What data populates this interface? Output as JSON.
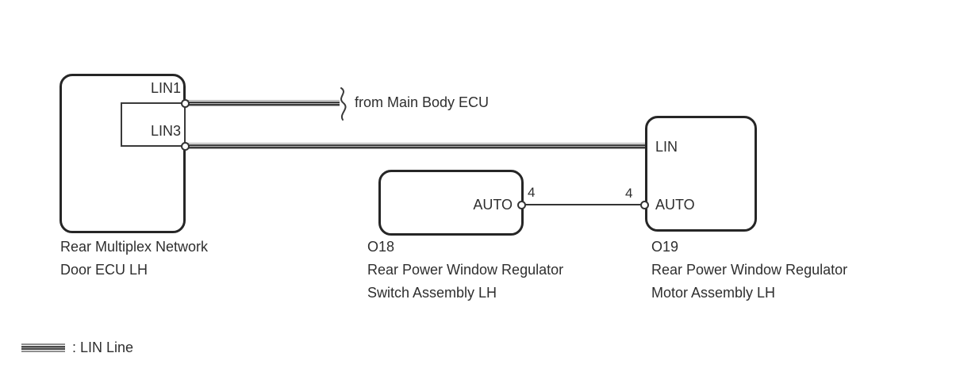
{
  "colors": {
    "background": "#ffffff",
    "stroke": "#262626",
    "lin_line_dark": "#3c3c3c",
    "lin_line_gray": "#a6a6a6",
    "text": "#2e2e2e"
  },
  "ecu": {
    "pins": {
      "lin1": "LIN1",
      "lin3": "LIN3"
    },
    "caption": [
      "Rear Multiplex Network",
      "Door ECU LH"
    ]
  },
  "switch_assembly": {
    "code": "O18",
    "caption": [
      "Rear Power Window Regulator",
      "Switch Assembly LH"
    ],
    "pin_auto": "AUTO",
    "pin_number": "4"
  },
  "motor_assembly": {
    "code": "O19",
    "caption": [
      "Rear Power Window Regulator",
      "Motor Assembly LH"
    ],
    "pin_lin": "LIN",
    "pin_auto": "AUTO",
    "pin_number": "4"
  },
  "annotations": {
    "from_main_body_ecu": "from Main Body ECU"
  },
  "legend": {
    "lin_line": ": LIN Line"
  }
}
